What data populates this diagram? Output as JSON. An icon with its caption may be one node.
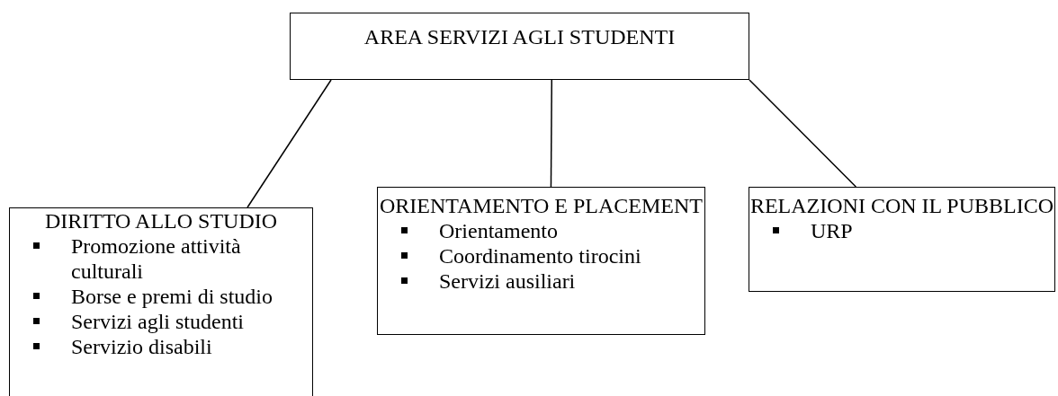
{
  "diagram": {
    "nodes": [
      {
        "text": [
          "AREA SERVIZI AGLI STUDENTI"
        ]
      },
      {
        "text": [
          "DIRITTO ALLO STUDIO",
          "Promozione attività culturali",
          "Borse e premi di studio",
          "Servizi agli studenti",
          "Servizio disabili"
        ]
      },
      {
        "text": [
          "ORIENTAMENTO E PLACEMENT",
          "Orientamento",
          "Coordinamento tirocini",
          "Servizi ausiliari"
        ]
      },
      {
        "text": [
          "RELAZIONI CON IL PUBBLICO",
          "URP"
        ]
      }
    ],
    "edges": [
      {
        "from": 0,
        "to": 1,
        "arrow": "none"
      },
      {
        "from": 0,
        "to": 2,
        "arrow": "none"
      },
      {
        "from": 0,
        "to": 3,
        "arrow": "none"
      }
    ]
  }
}
